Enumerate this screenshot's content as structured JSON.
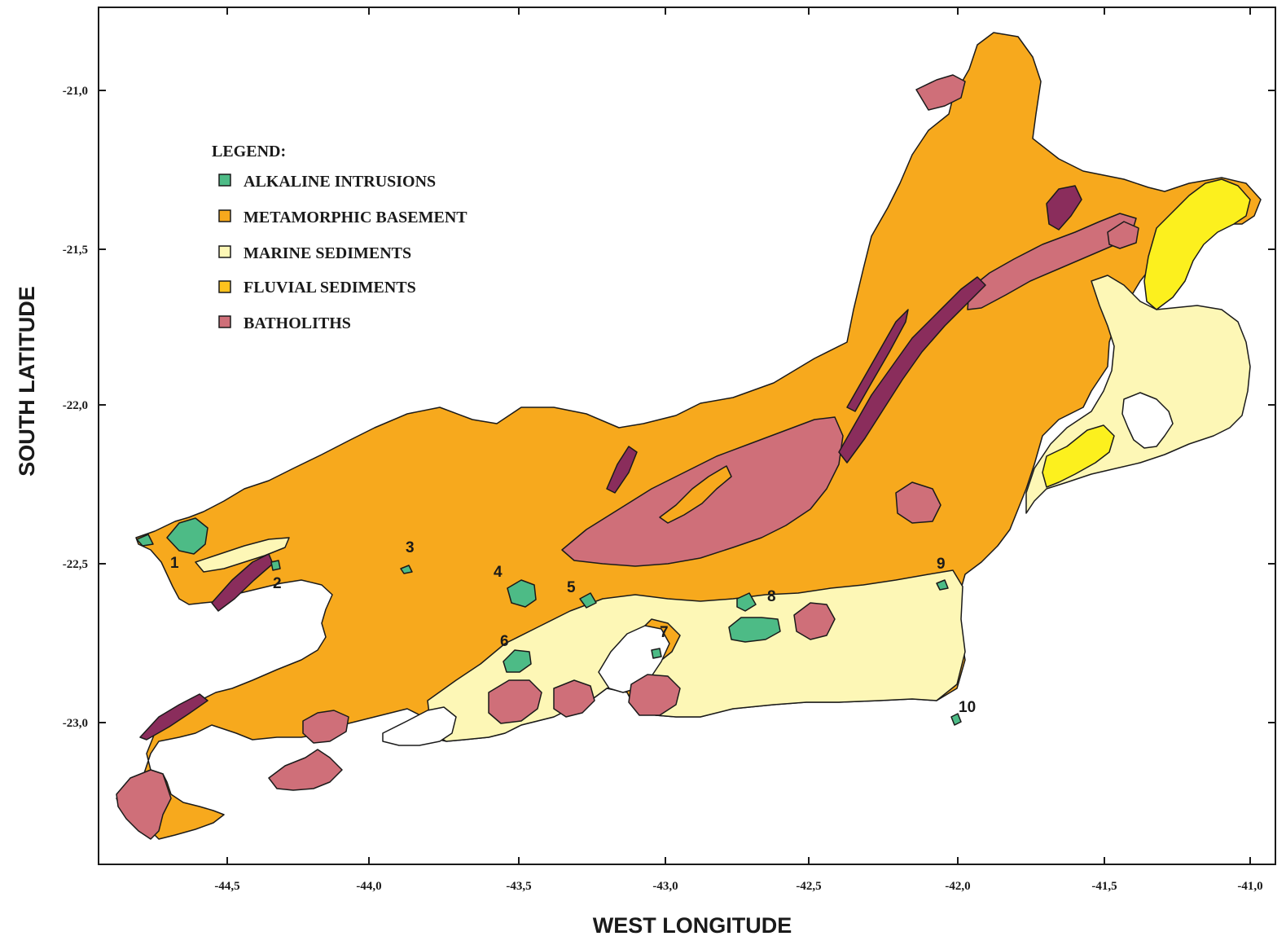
{
  "colors": {
    "alkaline": "#4dbb86",
    "metamorphic": "#f7a91d",
    "marine": "#fdf7b6",
    "fluvial": "#fcf01e",
    "batholith": "#cf6f79",
    "dark_batholith": "#8a2d5c",
    "frame": "#1a1a1a"
  },
  "map": {
    "xlabel": "WEST LONGITUDE",
    "ylabel": "SOUTH LATITUDE",
    "x_ticks": [
      "-44,5",
      "-44,0",
      "-43,5",
      "-43,0",
      "-42,5",
      "-42,0",
      "-41,5",
      "-41,0"
    ],
    "y_ticks": [
      "-21,0",
      "-21,5",
      "-22,0",
      "-22,5",
      "-23,0"
    ],
    "x_tick_values": [
      -44.5,
      -44.0,
      -43.5,
      -43.0,
      -42.5,
      -42.0,
      -41.5,
      -41.0
    ],
    "y_tick_values": [
      -21.0,
      -21.5,
      -22.0,
      -22.5,
      -23.0
    ]
  },
  "legend": {
    "title": "LEGEND:",
    "items": [
      {
        "label": "ALKALINE INTRUSIONS",
        "color": "#4dbb86"
      },
      {
        "label": "METAMORPHIC BASEMENT",
        "color": "#f7a91d"
      },
      {
        "label": "MARINE SEDIMENTS",
        "color": "#fdf7b6"
      },
      {
        "label": "FLUVIAL SEDIMENTS",
        "color": "#fcf01e"
      },
      {
        "label": "BATHOLITHS",
        "color": "#cf6f79"
      }
    ]
  },
  "sites": [
    "1",
    "2",
    "3",
    "4",
    "5",
    "6",
    "7",
    "8",
    "9",
    "10"
  ]
}
